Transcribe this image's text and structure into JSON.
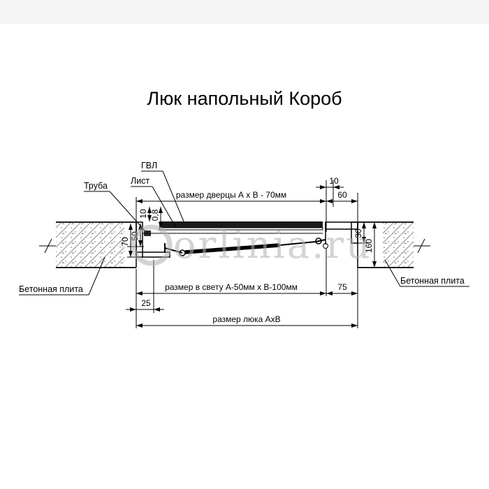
{
  "title": "Люк напольный Короб",
  "watermark": {
    "text": "orlinia.ru"
  },
  "callouts": {
    "gvl": "ГВЛ",
    "sheet": "Лист",
    "tube": "Труба",
    "concrete_left": "Бетонная плита",
    "concrete_right": "Бетонная плита"
  },
  "dims": {
    "door": "размер дверцы А х В - 70мм",
    "top_10": "10",
    "top_60": "60",
    "lid_10": "10",
    "lid_08": "0,8",
    "left_50": "50",
    "left_70": "70",
    "right_30": "30",
    "right_160": "160",
    "clear": "размер в свету А-50мм х В-100мм",
    "right_75": "75",
    "bottom_25": "25",
    "hatch": "размер люка АхВ"
  }
}
